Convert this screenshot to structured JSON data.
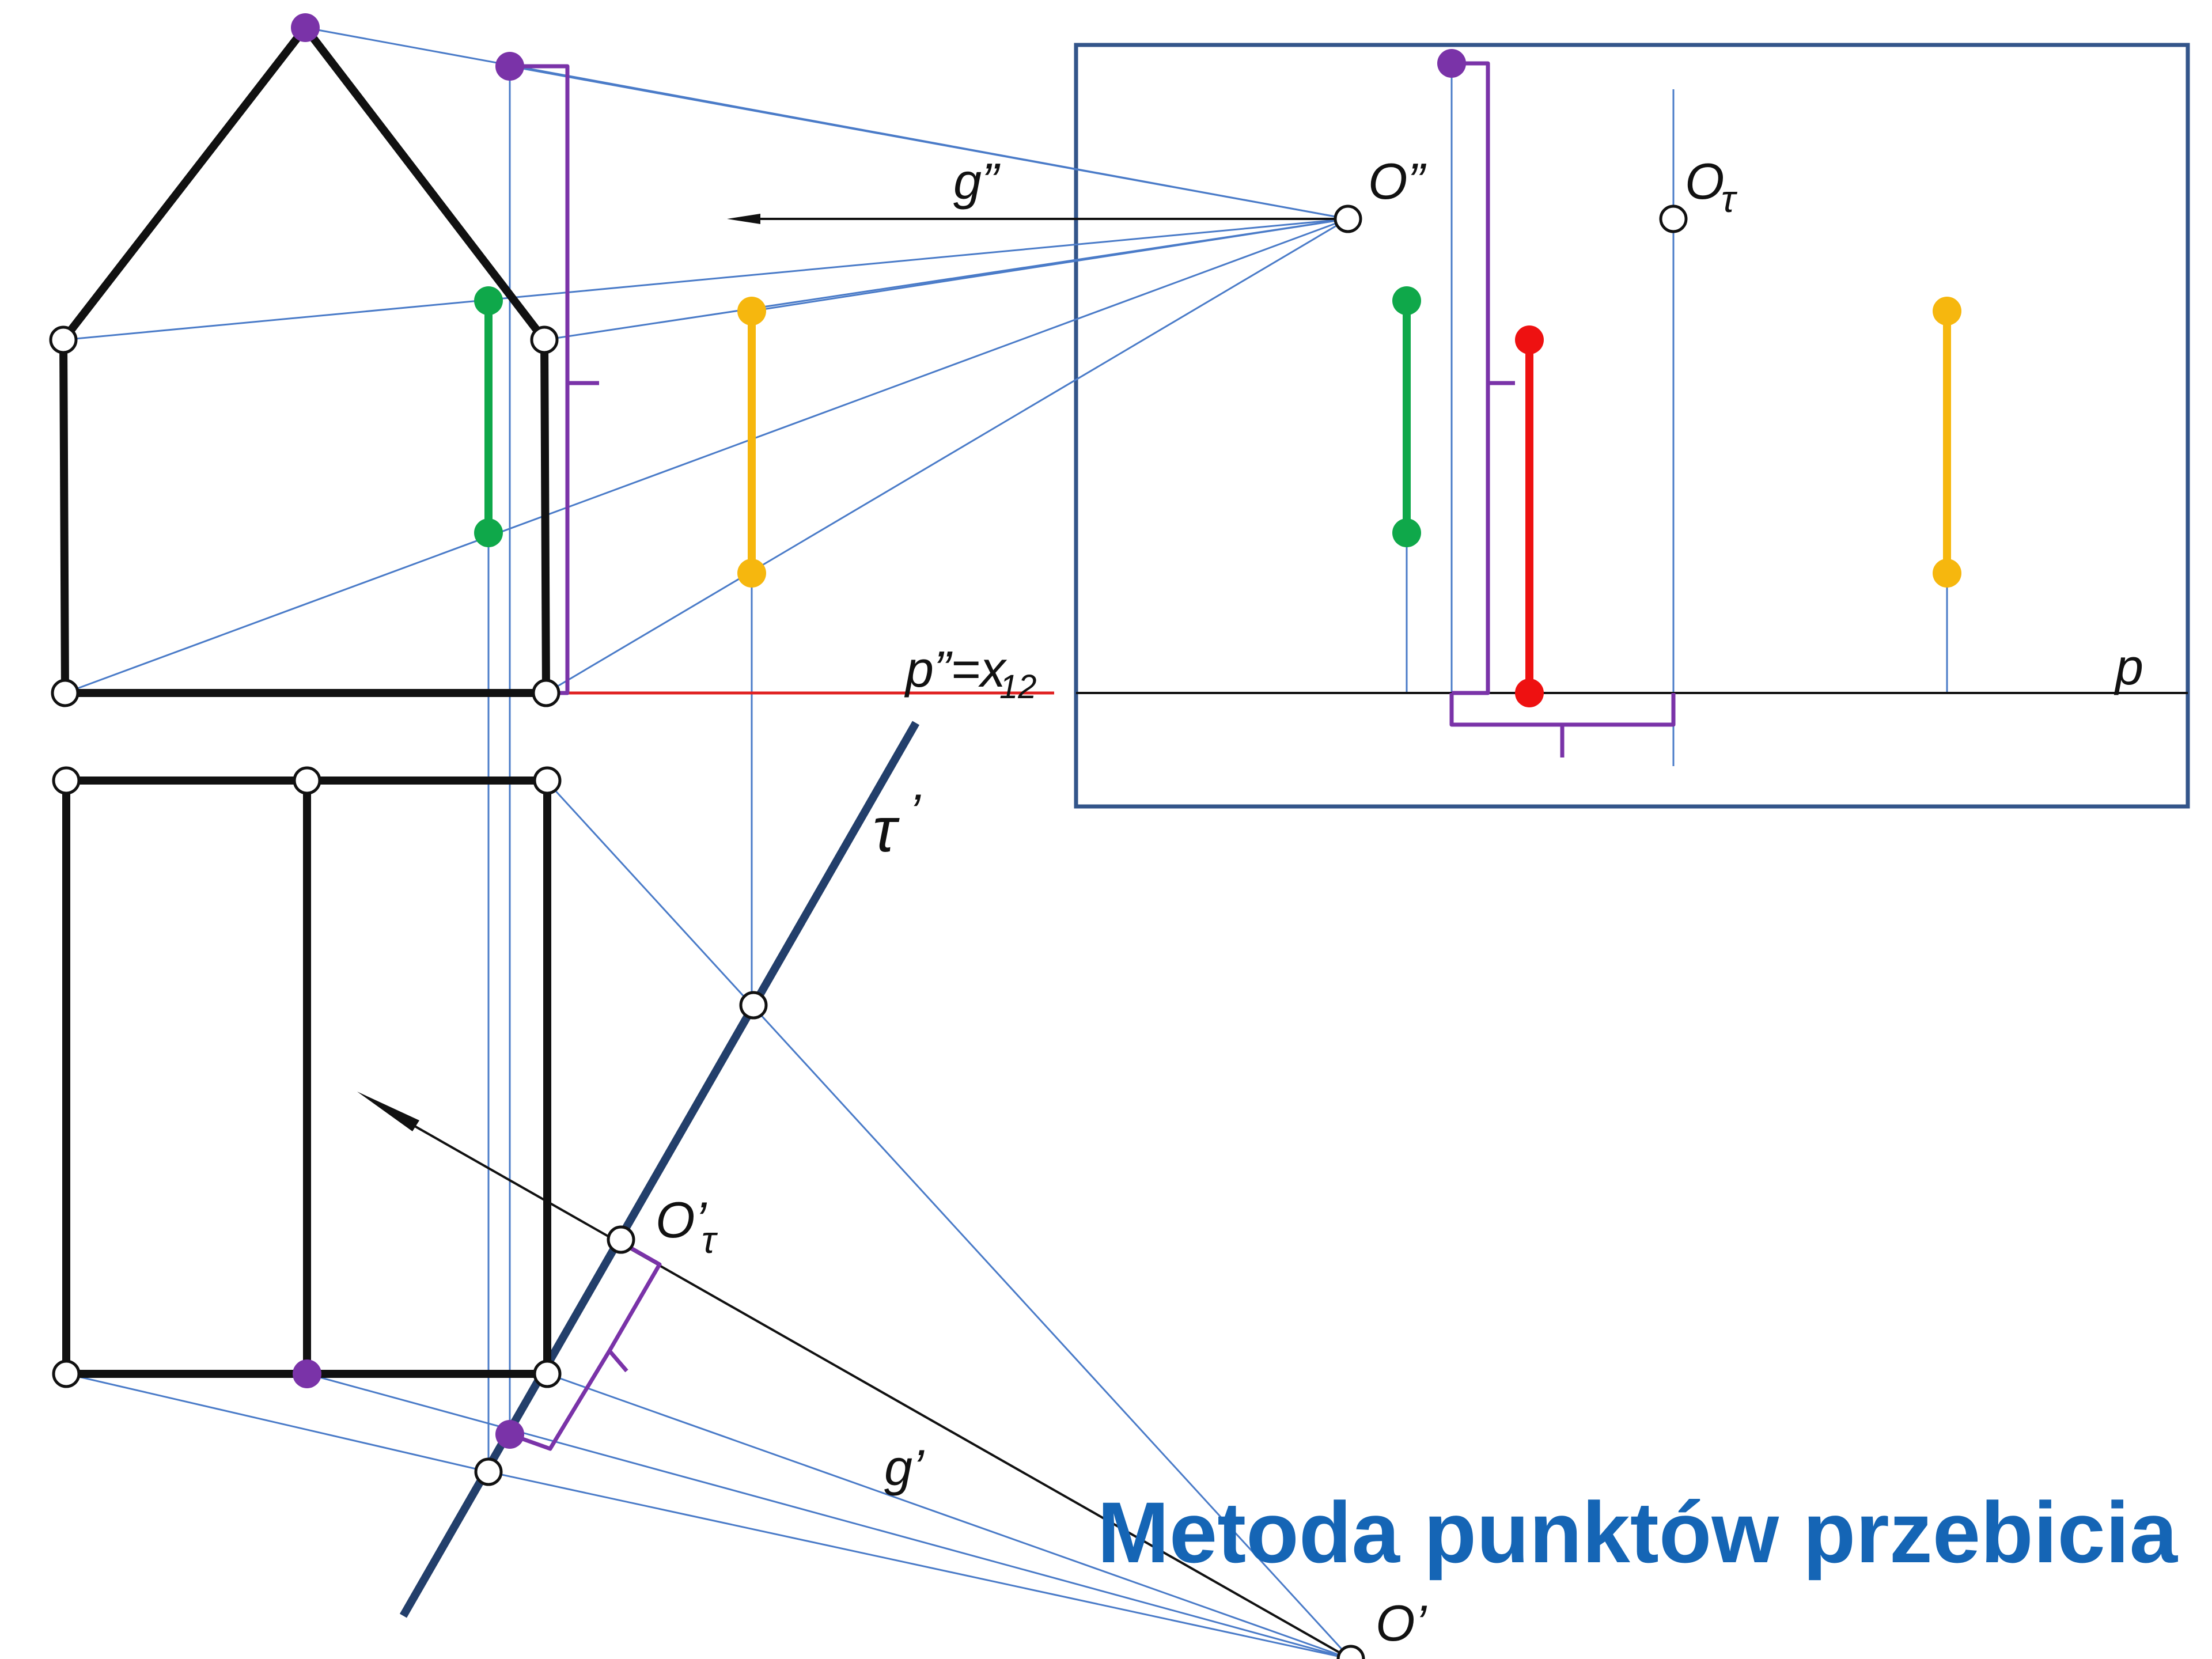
{
  "title": "Metoda punktów przebicia",
  "colors": {
    "construction": "#4a7bc8",
    "edge": "#111111",
    "plane": "#233f6b",
    "frame": "#33558a",
    "green": "#0fa84a",
    "yellow": "#f6b70e",
    "red": "#ee1111",
    "purple": "#7a33a8",
    "title": "#1565b5",
    "axis_red": "#e02020"
  },
  "labels": {
    "g_top": "g”",
    "o_top": "O”",
    "o_tau": "O",
    "o_tau_sub": "τ",
    "p_axis": "p”=x",
    "p_axis_sub": "12",
    "p_right": "p",
    "tau_prime": "τ",
    "tau_prime_mark": "’",
    "o_tau_prime": "O’",
    "o_tau_prime_sub": "τ",
    "g_prime": "g’",
    "o_prime": "O’"
  }
}
